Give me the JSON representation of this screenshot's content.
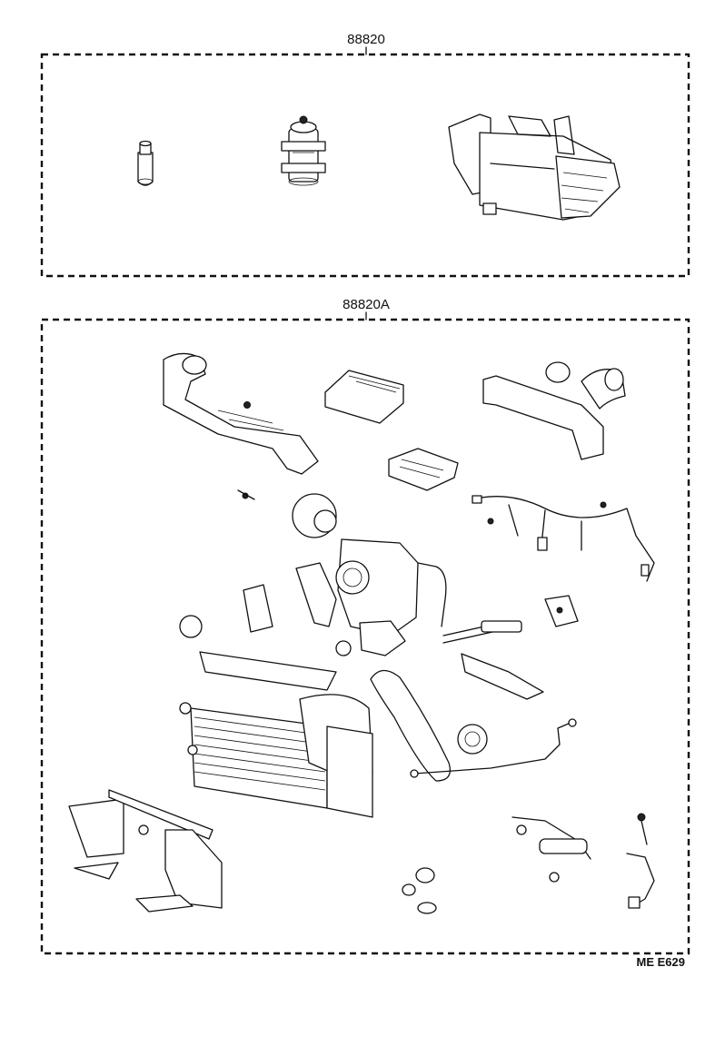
{
  "kits": [
    {
      "part_number": "88820"
    },
    {
      "part_number": "88820A"
    }
  ],
  "figure_code": "ME E629"
}
